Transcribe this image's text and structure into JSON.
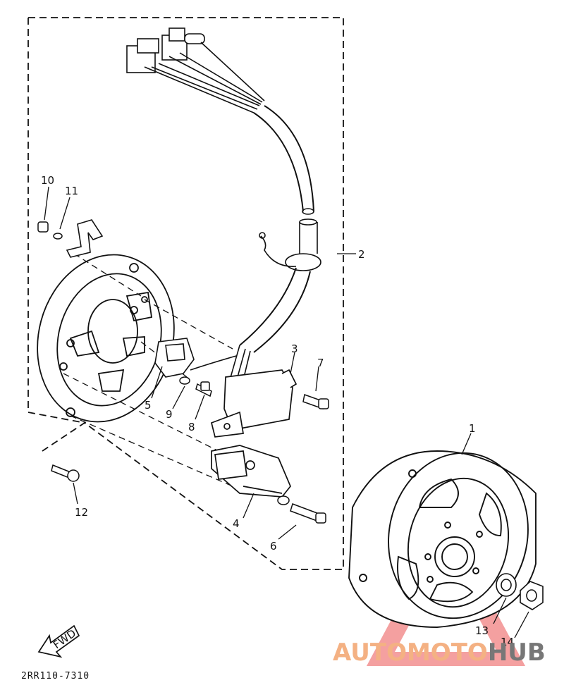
{
  "diagram_code": "2RR110-7310",
  "fwd_label": "FWD",
  "watermark": {
    "part1": "AUTOMOTO",
    "part2": "HUB",
    "color1": "#f4b183",
    "color2": "#777777",
    "triangle_color": "#f08080"
  },
  "callouts": [
    "1",
    "2",
    "3",
    "4",
    "5",
    "6",
    "7",
    "8",
    "9",
    "10",
    "11",
    "12",
    "13",
    "14"
  ],
  "line_color": "#111111"
}
